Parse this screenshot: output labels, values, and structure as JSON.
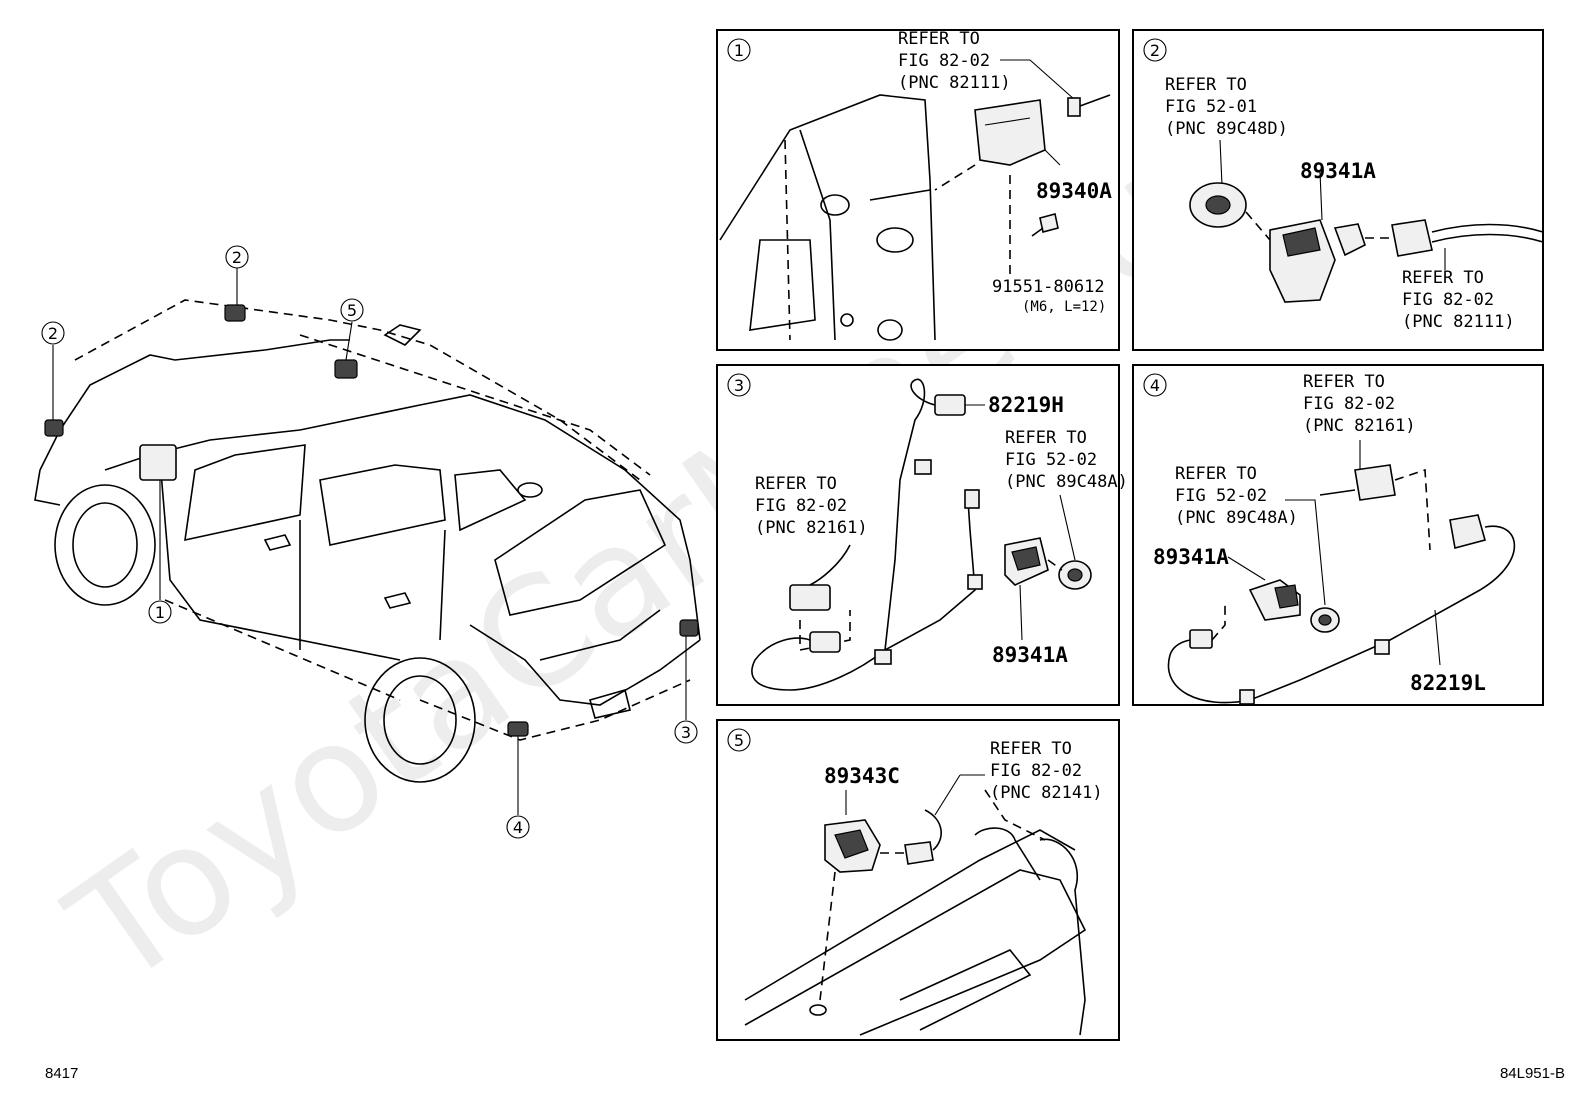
{
  "watermark": "ToyotaCarMine.ru",
  "footer": {
    "left_code": "8417",
    "right_code": "84L951-B"
  },
  "car_callouts": {
    "c1": "1",
    "c2a": "2",
    "c2b": "2",
    "c3": "3",
    "c4": "4",
    "c5": "5"
  },
  "panels": {
    "p1": {
      "number": "1",
      "refer": [
        "REFER TO",
        "FIG 82-02",
        "(PNC 82111)"
      ],
      "part_main": "89340A",
      "bolt_no": "91551-80612",
      "bolt_spec": "(M6, L=12)"
    },
    "p2": {
      "number": "2",
      "refer_a": [
        "REFER TO",
        "FIG 52-01",
        "(PNC 89C48D)"
      ],
      "part_main": "89341A",
      "refer_b": [
        "REFER TO",
        "FIG 82-02",
        "(PNC 82111)"
      ]
    },
    "p3": {
      "number": "3",
      "part_wire": "82219H",
      "refer_a": [
        "REFER TO",
        "FIG 52-02",
        "(PNC 89C48A)"
      ],
      "refer_b": [
        "REFER TO",
        "FIG 82-02",
        "(PNC 82161)"
      ],
      "part_main": "89341A"
    },
    "p4": {
      "number": "4",
      "refer_a": [
        "REFER TO",
        "FIG 82-02",
        "(PNC 82161)"
      ],
      "refer_b": [
        "REFER TO",
        "FIG 52-02",
        "(PNC 89C48A)"
      ],
      "part_main": "89341A",
      "part_wire": "82219L"
    },
    "p5": {
      "number": "5",
      "part_main": "89343C",
      "refer": [
        "REFER TO",
        "FIG 82-02",
        "(PNC 82141)"
      ]
    }
  }
}
